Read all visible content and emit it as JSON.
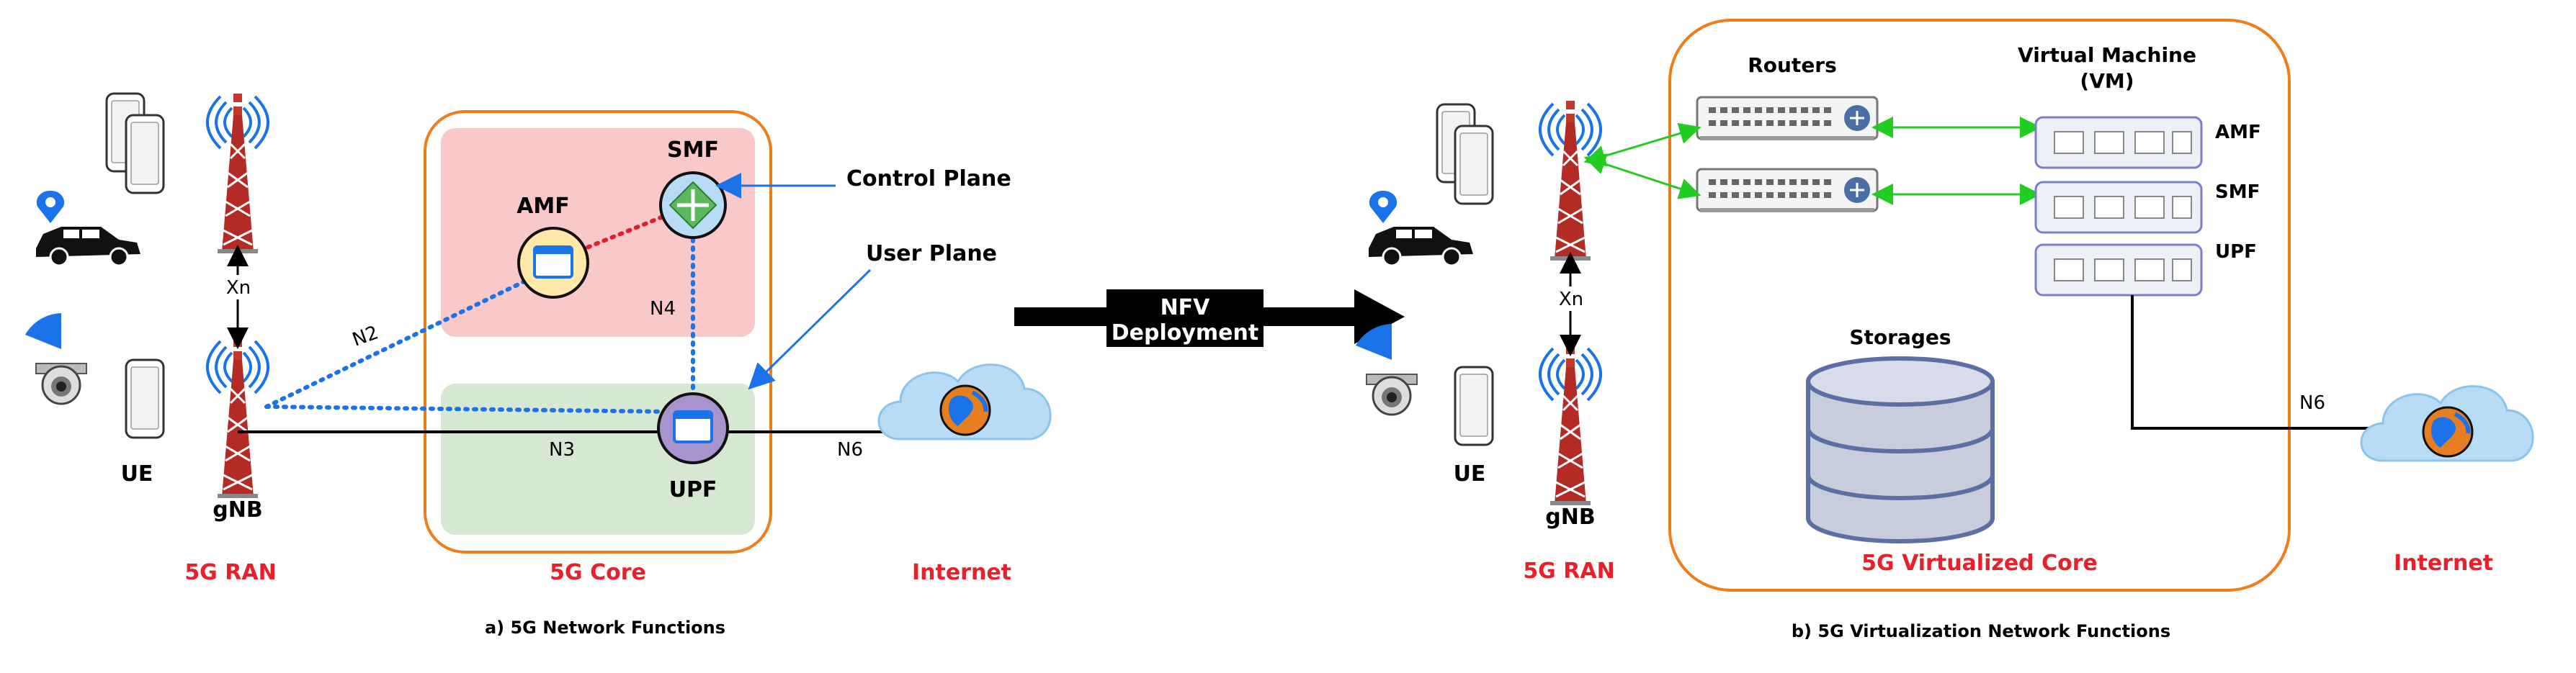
{
  "left": {
    "ue_label": "UE",
    "gnb_label": "gNB",
    "xn_label": "Xn",
    "ran_title": "5G RAN",
    "core_title": "5G Core",
    "amf_label": "AMF",
    "smf_label": "SMF",
    "upf_label": "UPF",
    "n2_label": "N2",
    "n3_label": "N3",
    "n4_label": "N4",
    "n6_label": "N6",
    "control_plane_label": "Control Plane",
    "user_plane_label": "User Plane",
    "internet_label": "Internet",
    "caption": "a) 5G Network Functions"
  },
  "arrow": {
    "line1": "NFV",
    "line2": "Deployment"
  },
  "right": {
    "ue_label": "UE",
    "gnb_label": "gNB",
    "xn_label": "Xn",
    "ran_title": "5G RAN",
    "routers_label": "Routers",
    "vm_line1": "Virtual Machine",
    "vm_line2": "(VM)",
    "amf_label": "AMF",
    "smf_label": "SMF",
    "upf_label": "UPF",
    "storages_label": "Storages",
    "core_title": "5G Virtualized Core",
    "n6_label": "N6",
    "internet_label": "Internet",
    "caption": "b) 5G  Virtualization Network Functions"
  },
  "colors": {
    "accent_red": "#e8202a",
    "core_border": "#f07d1a",
    "control_plane_fill": "#f9c9c9",
    "user_plane_fill": "#d6e8d2",
    "dotted_blue": "#1a73e8",
    "dotted_red": "#e0202a",
    "green_link": "#22cc22"
  }
}
